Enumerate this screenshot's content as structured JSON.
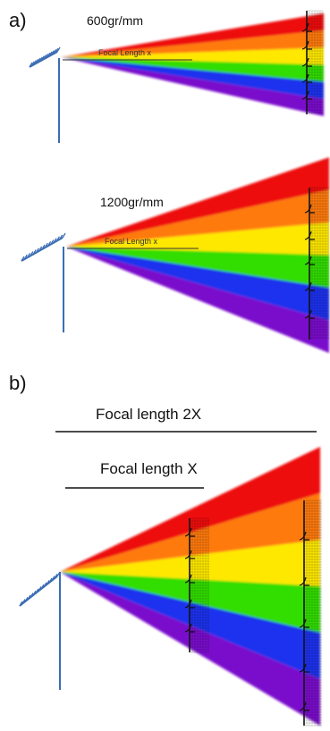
{
  "panels": {
    "a": {
      "label": "a)",
      "top": {
        "groove_density": "600gr/mm",
        "focal_label": "Focal Length x"
      },
      "bottom": {
        "groove_density": "1200gr/mm",
        "focal_label": "Focal Length x"
      }
    },
    "b": {
      "label": "b)",
      "focal_2x_label": "Focal length 2X",
      "focal_x_label": "Focal length X"
    }
  },
  "spectrum_colors": [
    "#ee1111",
    "#ff7a10",
    "#ffe800",
    "#33dd00",
    "#1a33ee",
    "#7a10cc"
  ],
  "grating_color": "#3a6db4"
}
